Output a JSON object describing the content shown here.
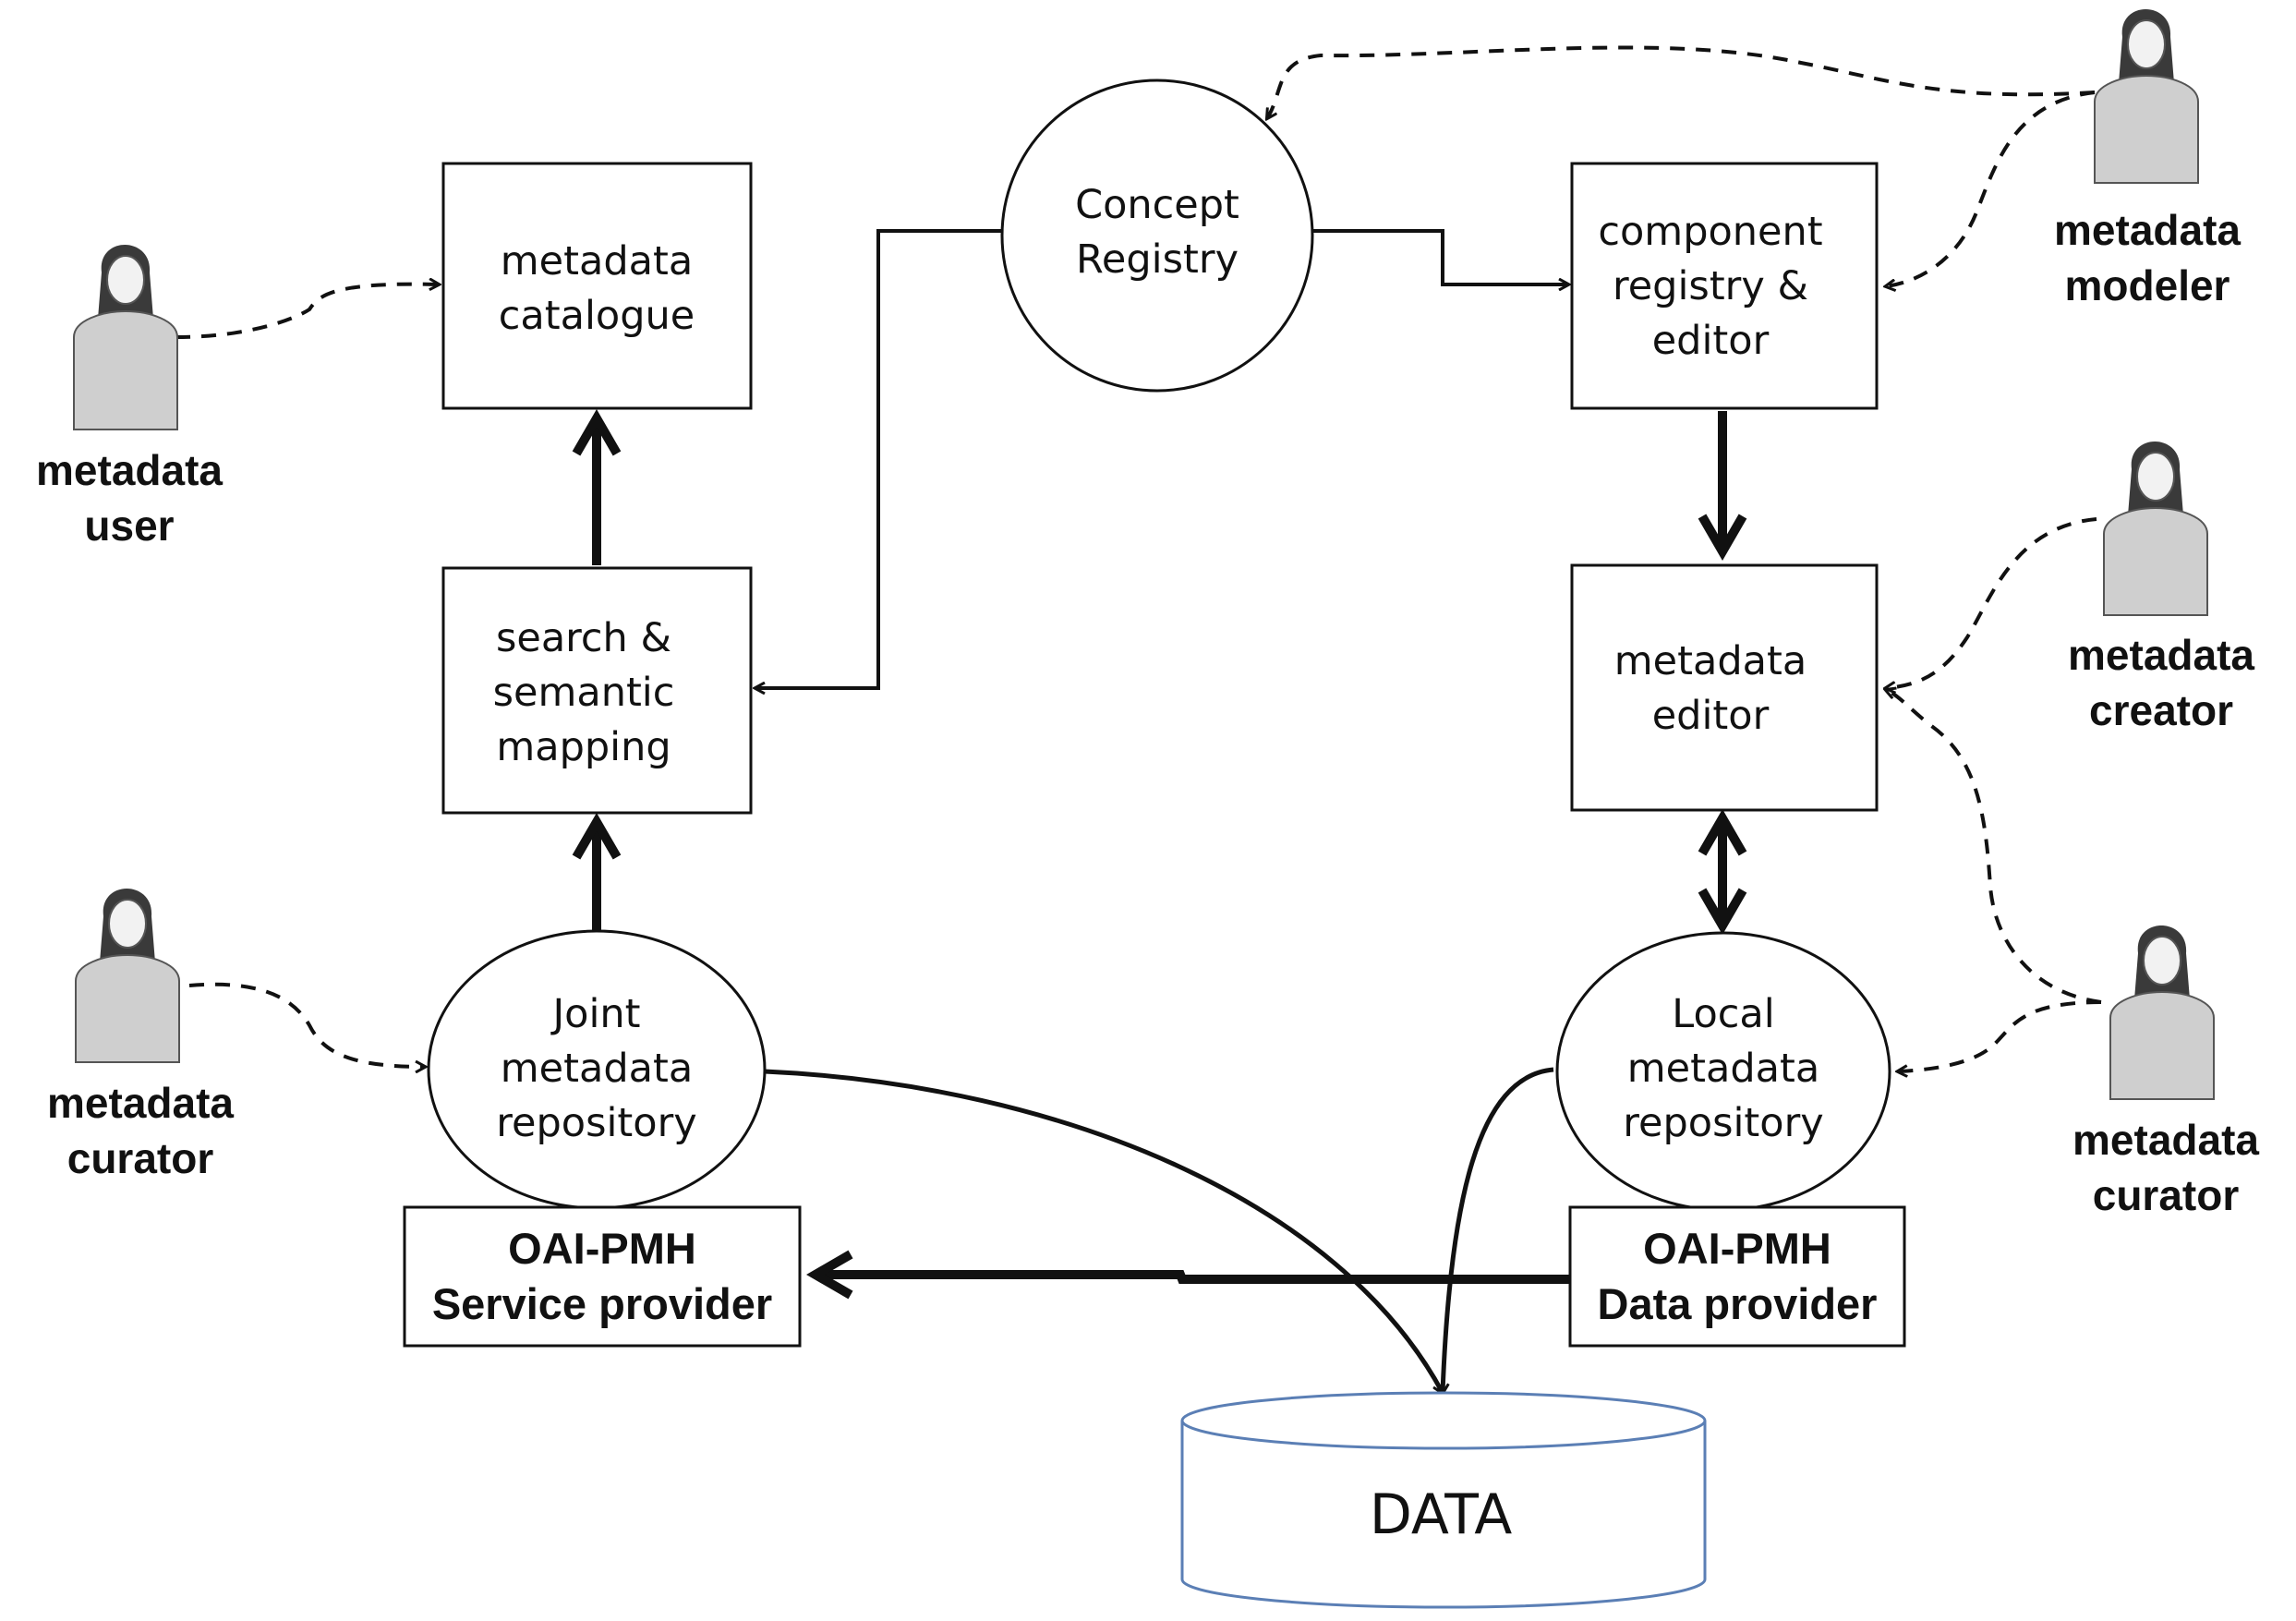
{
  "nodes": {
    "metadata_catalogue": [
      "metadata",
      "catalogue"
    ],
    "search_mapping": [
      "search &",
      "semantic",
      "mapping"
    ],
    "concept_registry": [
      "Concept",
      "Registry"
    ],
    "component_registry": [
      "component",
      "registry &",
      "editor"
    ],
    "metadata_editor": [
      "metadata",
      "editor"
    ],
    "joint_repository": [
      "Joint",
      "metadata",
      "repository"
    ],
    "local_repository": [
      "Local",
      "metadata",
      "repository"
    ],
    "oai_service_provider": [
      "OAI-PMH",
      "Service provider"
    ],
    "oai_data_provider": [
      "OAI-PMH",
      "Data provider"
    ],
    "data_store": "DATA"
  },
  "actors": {
    "user": [
      "metadata",
      "user"
    ],
    "curator_left": [
      "metadata",
      "curator"
    ],
    "modeler": [
      "metadata",
      "modeler"
    ],
    "creator": [
      "metadata",
      "creator"
    ],
    "curator_right": [
      "metadata",
      "curator"
    ]
  },
  "colors": {
    "line": "#111111",
    "data_store_border": "#5b7fb5"
  }
}
